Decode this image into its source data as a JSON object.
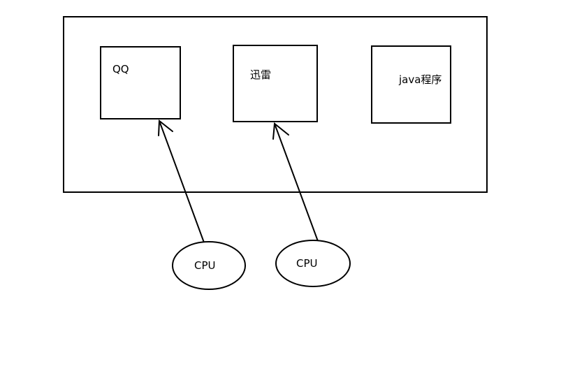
{
  "programs": [
    {
      "label": "QQ"
    },
    {
      "label": "迅雷"
    },
    {
      "label": "java程序"
    }
  ],
  "cpus": [
    {
      "label": "CPU",
      "target_program": "QQ"
    },
    {
      "label": "CPU",
      "target_program": "迅雷"
    }
  ]
}
